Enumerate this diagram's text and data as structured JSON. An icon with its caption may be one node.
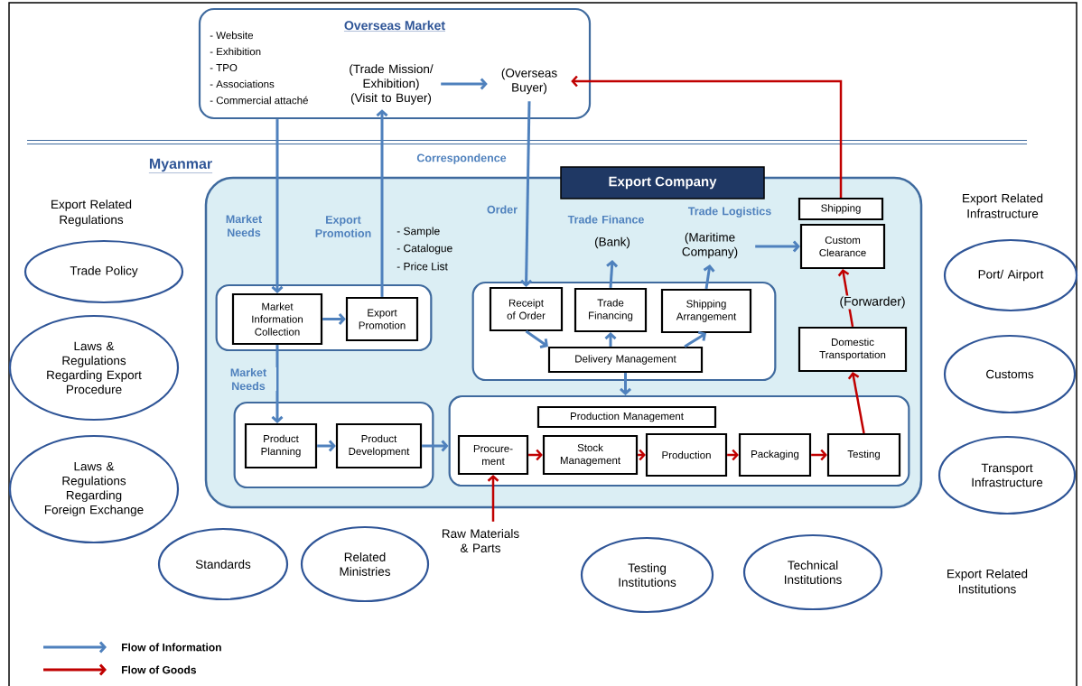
{
  "diagram": {
    "nodes": [
      {
        "text": [
          "Overseas Market",
          "- Website",
          "- Exhibition",
          "- TPO",
          "- Associations",
          "- Commercial attaché"
        ]
      },
      {
        "text": [
          "(Trade Mission/ Exhibition)",
          "(Visit to Buyer)"
        ],
        "in": 0
      },
      {
        "text": [
          "(Overseas Buyer)"
        ],
        "in": 0
      },
      {
        "text": [
          "Export Company"
        ]
      },
      {
        "text": [],
        "shape": "box",
        "in": 3
      },
      {
        "text": [
          "Market Information Collection"
        ],
        "in": 4
      },
      {
        "text": [
          "Export Promotion"
        ],
        "in": 4
      },
      {
        "text": [],
        "shape": "box",
        "in": 3
      },
      {
        "text": [
          "Receipt of Order"
        ],
        "in": 7
      },
      {
        "text": [
          "Trade Financing"
        ],
        "in": 7
      },
      {
        "text": [
          "Shipping Arrangement"
        ],
        "in": 7
      },
      {
        "text": [
          "Delivery Management"
        ],
        "in": 7
      },
      {
        "text": [
          "Shipping"
        ],
        "in": 3
      },
      {
        "text": [
          "Custom Clearance"
        ],
        "in": 3
      },
      {
        "text": [
          "Domestic Transportation"
        ],
        "in": 3
      },
      {
        "text": [],
        "shape": "box",
        "in": 3
      },
      {
        "text": [
          "Product Planning"
        ],
        "in": 15
      },
      {
        "text": [
          "Product Development"
        ],
        "in": 15
      },
      {
        "text": [],
        "shape": "box",
        "in": 3
      },
      {
        "text": [
          "Production Management"
        ],
        "in": 18
      },
      {
        "text": [
          "Procure- ment"
        ],
        "in": 18
      },
      {
        "text": [
          "Stock Management"
        ],
        "in": 18
      },
      {
        "text": [
          "Production"
        ],
        "in": 18
      },
      {
        "text": [
          "Packaging"
        ],
        "in": 18
      },
      {
        "text": [
          "Testing"
        ],
        "in": 18
      },
      {
        "text": [
          "(Bank)"
        ],
        "in": 3
      },
      {
        "text": [
          "(Maritime Company)"
        ],
        "in": 3
      },
      {
        "text": [
          "Raw Materials & Parts"
        ]
      },
      {
        "text": [
          "Trade Policy"
        ]
      },
      {
        "text": [
          "Laws & Regulations Regarding Export Procedure"
        ]
      },
      {
        "text": [
          "Laws & Regulations Regarding Foreign Exchange"
        ]
      },
      {
        "text": [
          "Standards"
        ]
      },
      {
        "text": [
          "Related Ministries"
        ]
      },
      {
        "text": [
          "Testing Institutions"
        ]
      },
      {
        "text": [
          "Technical Institutions"
        ]
      },
      {
        "text": [
          "Port/ Airport"
        ]
      },
      {
        "text": [
          "Customs"
        ]
      },
      {
        "text": [
          "Transport Infrastructure"
        ]
      }
    ],
    "edges": [
      {
        "from": 0,
        "to": 5,
        "arrow": "to",
        "label": "Market Needs"
      },
      {
        "from": 6,
        "to": 1,
        "arrow": "to",
        "label": "Export Promotion"
      },
      {
        "from": 1,
        "to": 2,
        "arrow": "to"
      },
      {
        "from": 2,
        "to": 8,
        "arrow": "to",
        "label": "Order"
      },
      {
        "from": 5,
        "to": 6,
        "arrow": "to"
      },
      {
        "from": 5,
        "to": 16,
        "arrow": "to",
        "label": "Market Needs"
      },
      {
        "from": 16,
        "to": 17,
        "arrow": "to"
      },
      {
        "from": 17,
        "to": 18,
        "arrow": "to"
      },
      {
        "from": 8,
        "to": 11,
        "arrow": "to"
      },
      {
        "from": 11,
        "to": 9,
        "arrow": "to"
      },
      {
        "from": 11,
        "to": 10,
        "arrow": "to"
      },
      {
        "from": 9,
        "to": 25,
        "arrow": "to"
      },
      {
        "from": 10,
        "to": 26,
        "arrow": "to"
      },
      {
        "from": 26,
        "to": 13,
        "arrow": "to"
      },
      {
        "from": 11,
        "to": 18,
        "arrow": "to"
      },
      {
        "from": 27,
        "to": 20,
        "arrow": "to",
        "color": "#c00000"
      },
      {
        "from": 20,
        "to": 21,
        "arrow": "to",
        "color": "#c00000"
      },
      {
        "from": 21,
        "to": 22,
        "arrow": "to",
        "color": "#c00000"
      },
      {
        "from": 22,
        "to": 23,
        "arrow": "to",
        "color": "#c00000"
      },
      {
        "from": 23,
        "to": 24,
        "arrow": "to",
        "color": "#c00000"
      },
      {
        "from": 24,
        "to": 14,
        "arrow": "to",
        "color": "#c00000"
      },
      {
        "from": 14,
        "to": 13,
        "arrow": "to",
        "color": "#c00000",
        "label": "(Forwarder)"
      },
      {
        "from": 12,
        "to": 2,
        "arrow": "to",
        "color": "#c00000"
      }
    ],
    "labels": [
      "Correspondence",
      "Myanmar",
      "Export Related Regulations",
      "Export Related Infrastructure",
      "Trade Finance",
      "Trade Logistics",
      "- Sample",
      "- Catalogue",
      "- Price List",
      "Export Related Institutions"
    ],
    "legend": [
      {
        "text": "Flow of Information"
      },
      {
        "text": "Flow of Goods"
      }
    ]
  }
}
